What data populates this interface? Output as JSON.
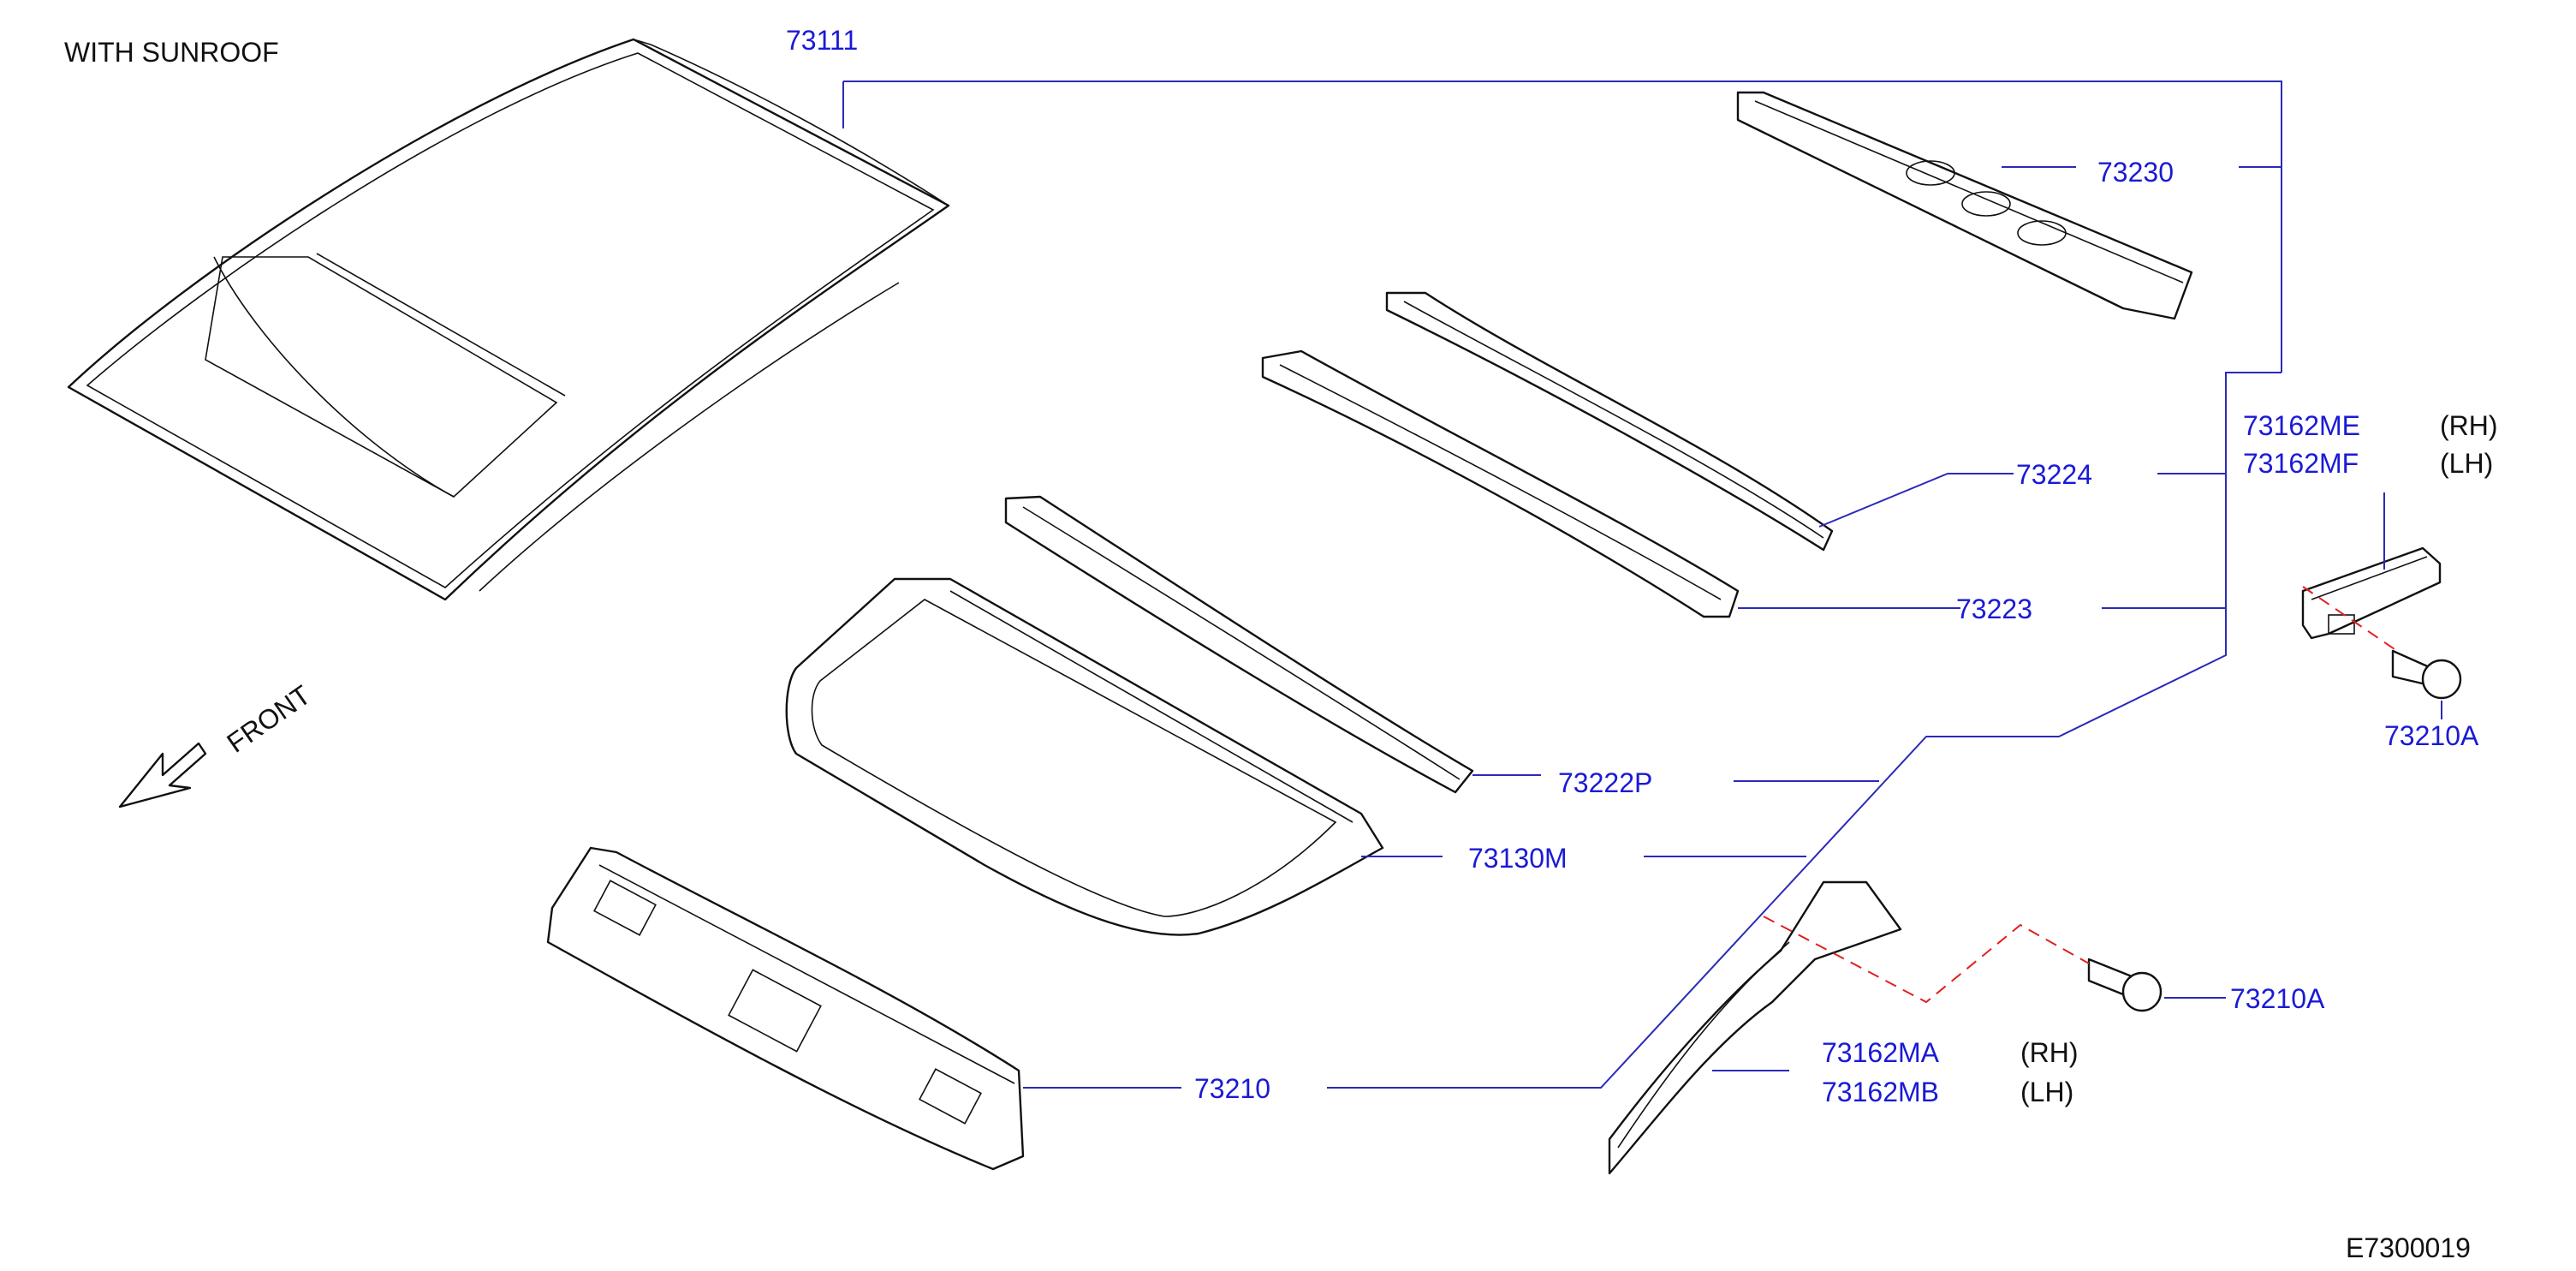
{
  "diagram": {
    "title": "WITH   SUNROOF",
    "direction_label": "FRONT",
    "drawing_code": "E7300019",
    "parts": {
      "roof": "73111",
      "rear_rail": "73230",
      "bow_upper": "73224",
      "bow_lower": "73223",
      "front_bow": "73222P",
      "sunroof_frame": "73130M",
      "front_rail": "73210",
      "bracket_rear_rh": "73162ME",
      "bracket_rear_lh": "73162MF",
      "bracket_side_rh": "73162MA",
      "bracket_side_lh": "73162MB",
      "bolt_upper": "73210A",
      "bolt_lower": "73210A"
    },
    "side": {
      "rh": "(RH)",
      "lh": "(LH)"
    }
  }
}
